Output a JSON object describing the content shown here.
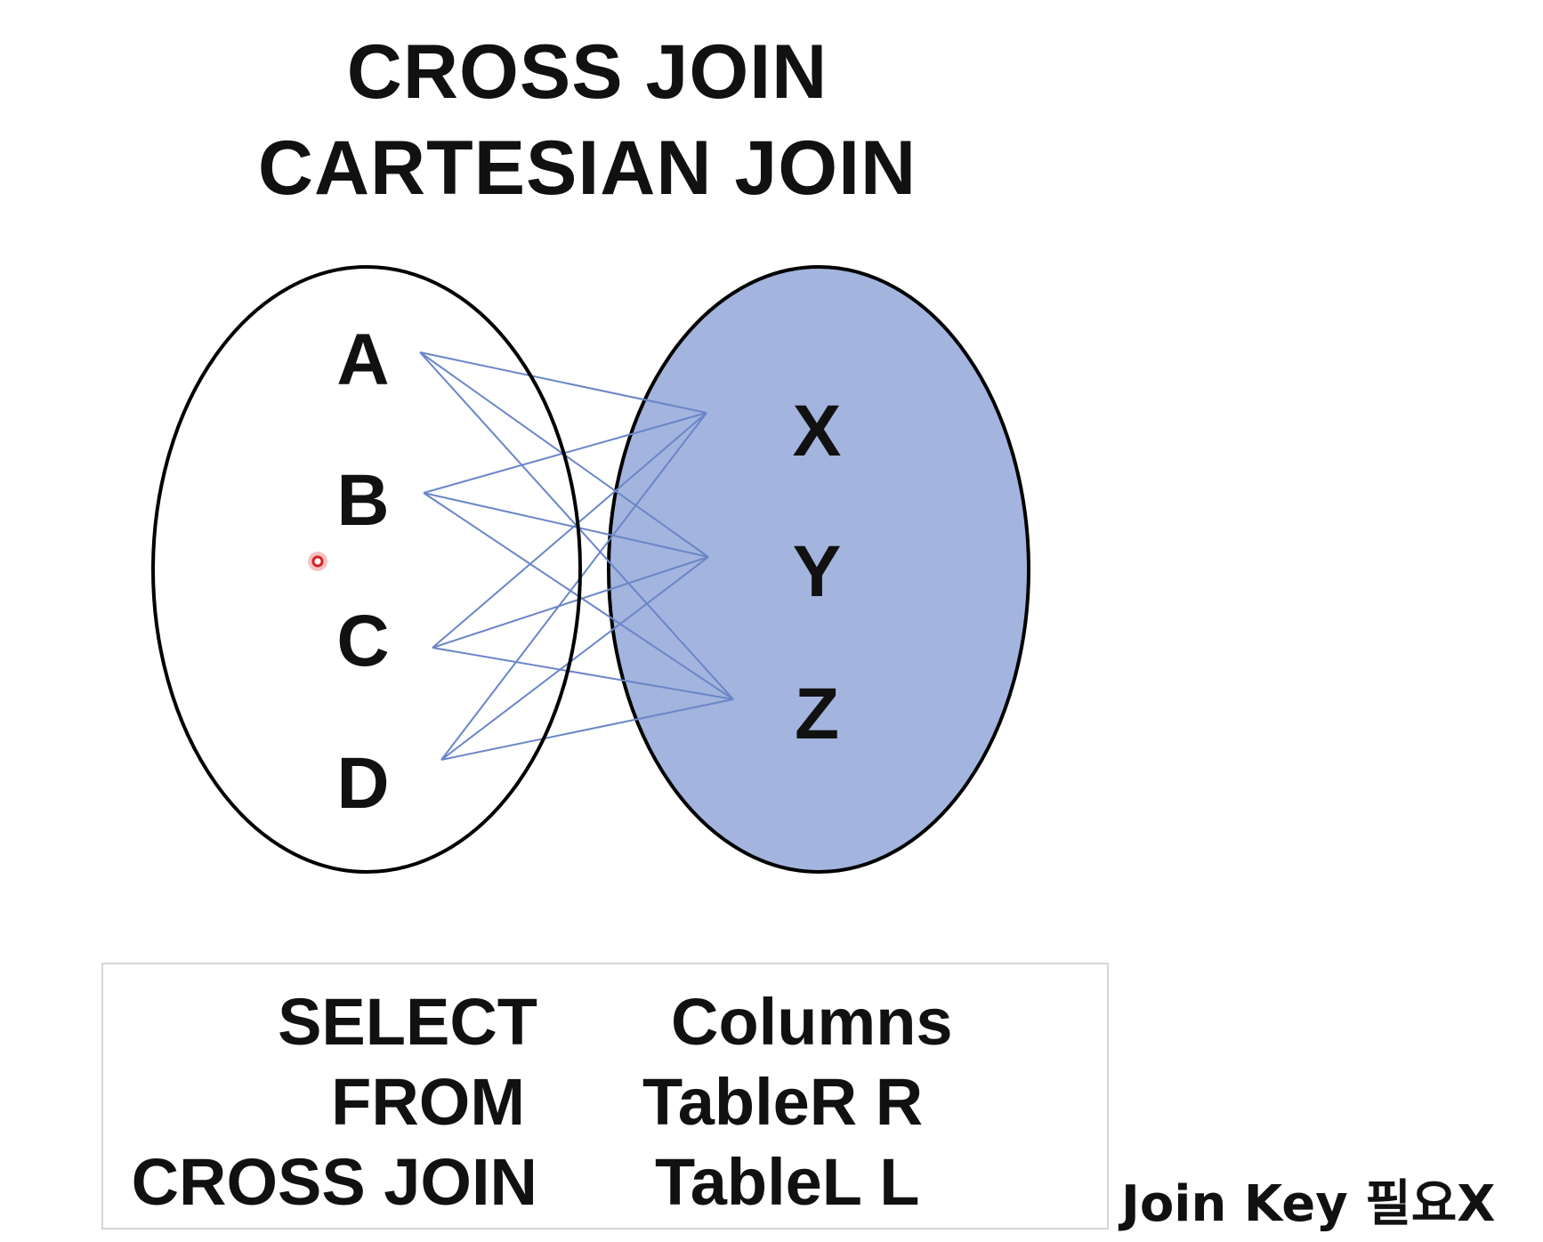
{
  "titles": {
    "line1": "CROSS JOIN",
    "line2": "CARTESIAN JOIN"
  },
  "left_set": {
    "elements": [
      "A",
      "B",
      "C",
      "D"
    ]
  },
  "right_set": {
    "elements": [
      "X",
      "Y",
      "Z"
    ],
    "fill_color": "#a3b4de"
  },
  "line_color": "#6a86c8",
  "query": {
    "select_kw": "SELECT",
    "select_val": "Columns",
    "from_kw": "FROM",
    "from_val": "TableR R",
    "join_kw": "CROSS JOIN",
    "join_val": "TableL L"
  },
  "note": "Join Key 필요X"
}
